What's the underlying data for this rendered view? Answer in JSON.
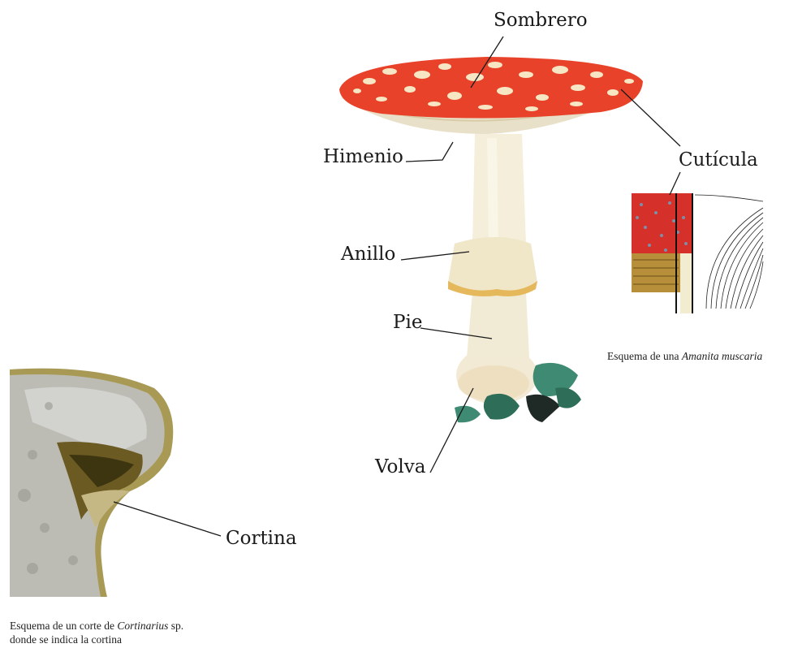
{
  "labels": {
    "sombrero": "Sombrero",
    "himenio": "Himenio",
    "cuticula": "Cutícula",
    "anillo": "Anillo",
    "pie": "Pie",
    "volva": "Volva",
    "cortina": "Cortina"
  },
  "captions": {
    "amanita_prefix": "Esquema de una ",
    "amanita_species": "Amanita muscaria",
    "cortinarius_prefix": "Esquema de un corte de ",
    "cortinarius_genus": "Cortinarius",
    "cortinarius_suffix": " sp.",
    "cortinarius_line2": "donde se indica la cortina"
  },
  "colors": {
    "cap_red": "#e8432a",
    "cap_edge": "#efe6cf",
    "spots": "#f6e6c4",
    "stem": "#f1ead4",
    "ring": "#e6b85c",
    "leaf": "#3e8a72",
    "cortinarius_flesh": "#b9b8b0",
    "cortinarius_gill": "#6b5a22"
  }
}
